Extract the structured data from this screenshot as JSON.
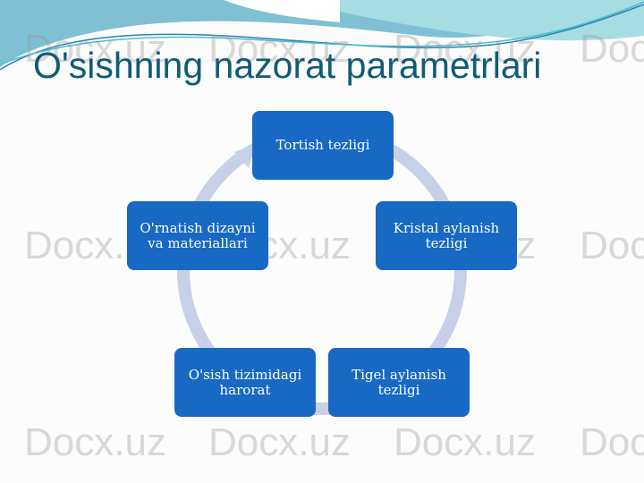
{
  "slide": {
    "title": "O'sishning nazorat parametrlari",
    "watermark": "Docx.uz"
  },
  "cycle": {
    "nodes": [
      {
        "label": "Tortish tezligi"
      },
      {
        "label": "Kristal aylanish tezligi"
      },
      {
        "label": "Tigel aylanish tezligi"
      },
      {
        "label": "O'sish tizimidagi harorat"
      },
      {
        "label": "O'rnatish dizayni va materiallari"
      }
    ]
  },
  "colors": {
    "node": "#1769c4",
    "ring": "#c8cfe8",
    "title": "#0f5b78"
  }
}
